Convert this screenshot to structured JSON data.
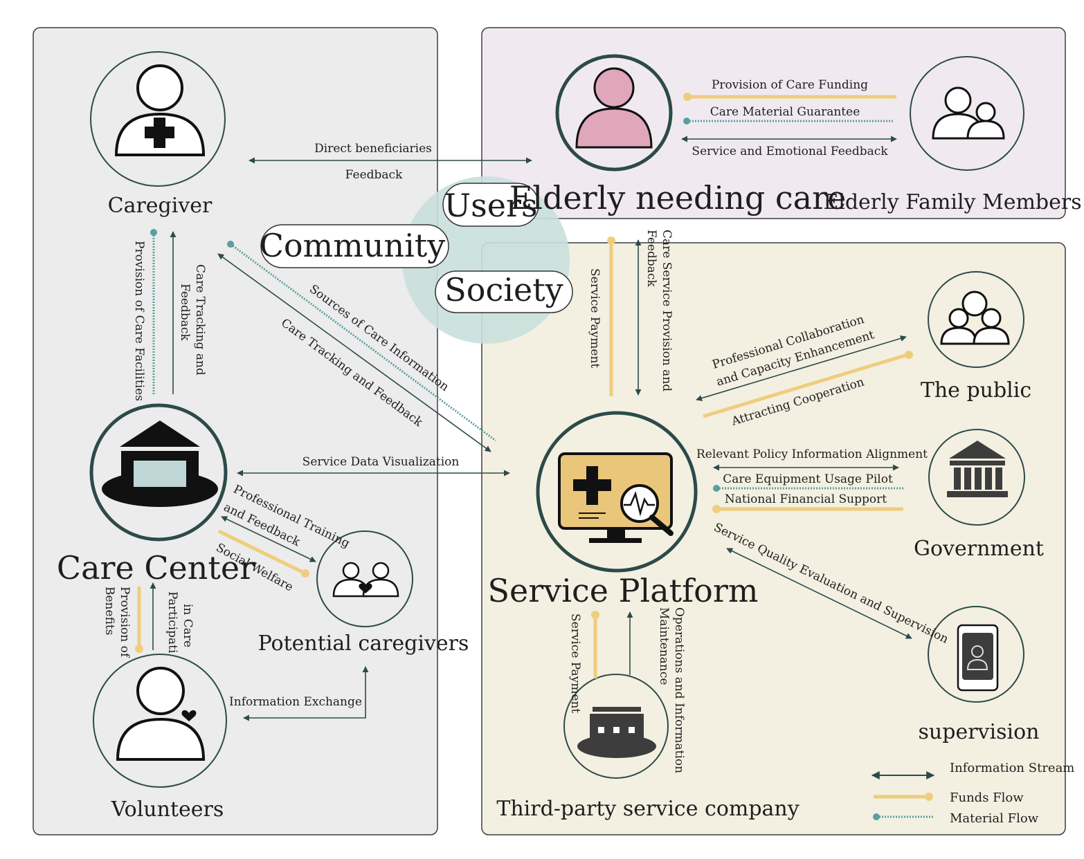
{
  "regions": {
    "community": "Community",
    "users": "Users",
    "society": "Society"
  },
  "nodes": {
    "caregiver": "Caregiver",
    "care_center": "Care Center",
    "volunteers": "Volunteers",
    "potential_caregivers": "Potential caregivers",
    "elderly": "Elderly needing care",
    "family": "Elderly Family Members",
    "service_platform": "Service Platform",
    "public": "The public",
    "government": "Government",
    "supervision": "supervision",
    "third_party": "Third-party service company"
  },
  "links": {
    "direct_beneficiaries": "Direct beneficiaries",
    "feedback": "Feedback",
    "provision_care_funding": "Provision of Care Funding",
    "care_material_guarantee": "Care Material Guarantee",
    "service_emotional_feedback": "Service and Emotional Feedback",
    "provision_care_facilities": "Provision of Care Facilities",
    "care_tracking_feedback_1": "Care Tracking and",
    "care_tracking_feedback_2": "Feedback",
    "sources_care_information": "Sources of Care Information",
    "care_tracking_and_feedback": "Care Tracking and Feedback",
    "service_payment": "Service Payment",
    "care_service_provision_1": "Care Service Provision and",
    "care_service_provision_2": "Feedback",
    "prof_collab_1": "Professional Collaboration",
    "prof_collab_2": "and Capacity Enhancement",
    "attracting_cooperation": "Attracting Cooperation",
    "service_data_visualization": "Service Data Visualization",
    "relevant_policy": "Relevant Policy Information Alignment",
    "care_equipment_pilot": "Care Equipment Usage Pilot",
    "national_financial_support": "National Financial Support",
    "professional_training": "Professional Training",
    "and_feedback": "and Feedback",
    "social_welfare": "Social Welfare",
    "service_quality": "Service Quality Evaluation and Supervision",
    "provision_of_1": "Provision of",
    "provision_of_2": "Benefits",
    "participati_1": "Participati",
    "participati_2": "in Care",
    "information_exchange": "Information Exchange",
    "service_payment_2": "Service Payment",
    "operations_1": "Operations and Information",
    "operations_2": "Maintenance"
  },
  "legend": {
    "information_stream": "Information Stream",
    "funds_flow": "Funds Flow",
    "material_flow": "Material Flow"
  },
  "colors": {
    "info": "#2c4a49",
    "funds": "#efcd7c",
    "material": "#5a9ea1",
    "left_panel": "#ebeceb",
    "top_right_panel": "#f0eaf0",
    "bottom_right_panel": "#f3f0e1",
    "society_circle": "#c9e0dd",
    "elderly_figure": "#e0a6b9",
    "monitor": "#e9c67a"
  }
}
